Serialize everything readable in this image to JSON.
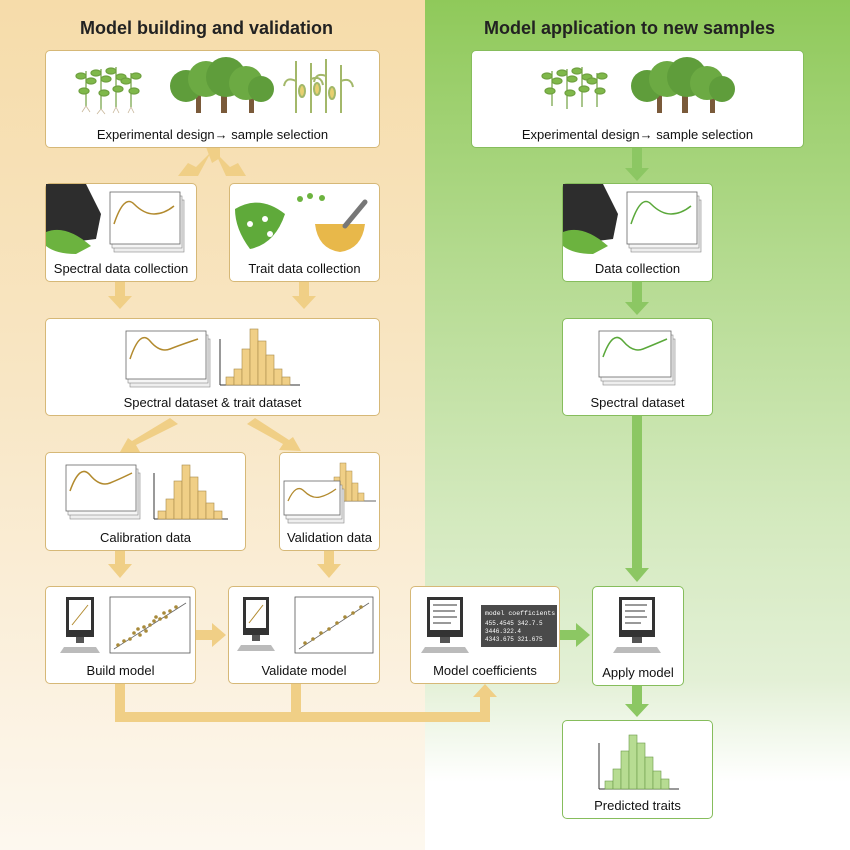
{
  "headings": {
    "left": "Model building and validation",
    "right": "Model application to new samples"
  },
  "boxes": {
    "exp_left": "Experimental design→ sample selection",
    "exp_right": "Experimental design→ sample selection",
    "spectral_collection": "Spectral data collection",
    "trait_collection": "Trait data collection",
    "data_collection": "Data collection",
    "spectral_trait_dataset": "Spectral dataset & trait dataset",
    "spectral_dataset": "Spectral dataset",
    "calibration": "Calibration data",
    "validation": "Validation data",
    "build_model": "Build model",
    "validate_model": "Validate model",
    "model_coefficients": "Model coefficients",
    "apply_model": "Apply model",
    "predicted_traits": "Predicted traits"
  },
  "coefficients_card": {
    "title": "model coefficients",
    "lines": [
      "455.4545 342.7.5",
      "3446.322.4",
      "4343.675 321.675"
    ]
  },
  "colors": {
    "tan": "#f0cf86",
    "tan_border": "#d6b877",
    "green": "#8cc763",
    "green_border": "#86bd5c"
  }
}
